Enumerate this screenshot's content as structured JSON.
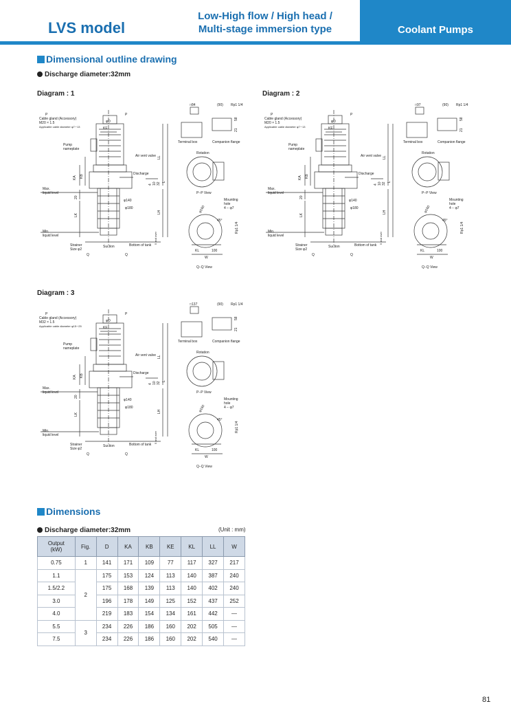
{
  "header": {
    "model": "LVS model",
    "subtitle_line1": "Low-High flow / High head /",
    "subtitle_line2": "Multi-stage immersion type",
    "category": "Coolant Pumps"
  },
  "outline": {
    "section_title": "Dimensional outline drawing",
    "discharge": "Discharge diameter:32mm"
  },
  "diagrams": [
    {
      "label": "Diagram : 1",
      "cable": "Cable gland (Accessory)",
      "cable_thread": "M20 × 1.5",
      "cable_note": "Applicable cable diameter φ7∼13",
      "terminal_size": "□84",
      "flange_thread": "Rp1 1/4"
    },
    {
      "label": "Diagram : 2",
      "cable": "Cable gland (Accessory)",
      "cable_thread": "M20 × 1.5",
      "cable_note": "Applicable cable diameter φ7∼13",
      "terminal_size": "□97",
      "flange_thread": "Rp1 1/4"
    },
    {
      "label": "Diagram : 3",
      "cable": "Cable gland (Accessory)",
      "cable_thread": "M32 × 1.5",
      "cable_note": "Applicable cable diameter φ15∼25",
      "terminal_size": "□137",
      "flange_thread": "Rp1 1/4"
    }
  ],
  "drawing_text": {
    "p": "P",
    "q": "Q",
    "d": "φD",
    "ke": "KE",
    "ka": "KA",
    "kb": "KB",
    "lk": "LK",
    "lh": "LH",
    "ll": "LL",
    "l": "L",
    "n20": "20",
    "n4": "4",
    "n10": "10",
    "n32": "32",
    "phi140": "φ140",
    "phi180": "φ180",
    "phi160": "φ160",
    "phi200": "φ200",
    "pump_nameplate_1": "Pump",
    "pump_nameplate_2": "nameplate",
    "air_vent": "Air vent valve",
    "discharge": "Discharge",
    "max_level_1": "Max.",
    "max_level_2": "liquid level",
    "min_level_1": "Min.",
    "min_level_2": "liquid level",
    "strainer": "Strainer",
    "size": "Size φ2",
    "suction": "Suction",
    "bottom_tank": "Bottom of tank",
    "clearance": "5 and over",
    "terminal_box": "Terminal box",
    "companion_flange": "Companion flange",
    "rotation": "Rotation",
    "pp_view": "P−P View",
    "qq_view": "Q−Q View",
    "mounting_hole_1": "Mounting",
    "mounting_hole_2": "hole",
    "mounting_spec": "4 − φ7",
    "n90": "(90)",
    "n58": "58",
    "n21": "21",
    "n100": "100",
    "n45": "45°",
    "kl": "KL",
    "w": "W"
  },
  "dimensions": {
    "section_title": "Dimensions",
    "discharge": "Discharge diameter:32mm",
    "unit": "(Unit : mm)",
    "columns": [
      "Output\n(kW)",
      "Fig.",
      "D",
      "KA",
      "KB",
      "KE",
      "KL",
      "LL",
      "W"
    ],
    "rows": [
      [
        "0.75",
        "1",
        "141",
        "171",
        "109",
        "77",
        "117",
        "327",
        "217"
      ],
      [
        "1.1",
        "2",
        "175",
        "153",
        "124",
        "113",
        "140",
        "387",
        "240"
      ],
      [
        "1.5/2.2",
        "",
        "175",
        "168",
        "139",
        "113",
        "140",
        "402",
        "240"
      ],
      [
        "3.0",
        "",
        "196",
        "178",
        "149",
        "125",
        "152",
        "437",
        "252"
      ],
      [
        "4.0",
        "",
        "219",
        "183",
        "154",
        "134",
        "161",
        "442",
        "—"
      ],
      [
        "5.5",
        "3",
        "234",
        "226",
        "186",
        "160",
        "202",
        "505",
        "—"
      ],
      [
        "7.5",
        "",
        "234",
        "226",
        "186",
        "160",
        "202",
        "540",
        "—"
      ]
    ]
  },
  "page_number": "81"
}
